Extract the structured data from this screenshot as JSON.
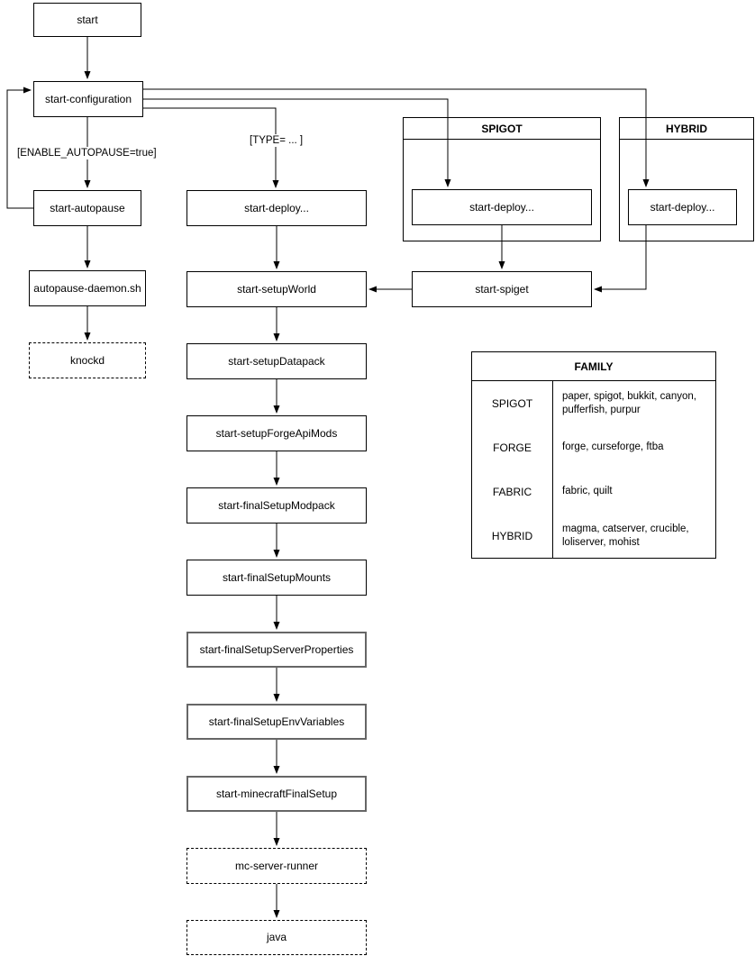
{
  "diagram": {
    "type": "flowchart",
    "nodes": {
      "start": "start",
      "configuration": "start-configuration",
      "autopause": "start-autopause",
      "autopause_daemon": "autopause-daemon.sh",
      "knockd": "knockd",
      "deploy": "start-deploy...",
      "setup_world": "start-setupWorld",
      "setup_datapack": "start-setupDatapack",
      "setup_forge_api_mods": "start-setupForgeApiMods",
      "final_setup_modpack": "start-finalSetupModpack",
      "final_setup_mounts": "start-finalSetupMounts",
      "final_setup_server_properties": "start-finalSetupServerProperties",
      "final_setup_env_variables": "start-finalSetupEnvVariables",
      "minecraft_final_setup": "start-minecraftFinalSetup",
      "mc_server_runner": "mc-server-runner",
      "java": "java",
      "spigot_deploy": "start-deploy...",
      "hybrid_deploy": "start-deploy...",
      "spiget": "start-spiget"
    },
    "groups": {
      "spigot": "SPIGOT",
      "hybrid": "HYBRID"
    },
    "edge_labels": {
      "enable_autopause": "[ENABLE_AUTOPAUSE=true]",
      "type_condition": "[TYPE= ... ]"
    },
    "edges": [
      {
        "from": "start",
        "to": "start-configuration"
      },
      {
        "from": "start-configuration",
        "to": "start-autopause",
        "label": "[ENABLE_AUTOPAUSE=true]"
      },
      {
        "from": "start-autopause",
        "to": "start-configuration"
      },
      {
        "from": "start-autopause",
        "to": "autopause-daemon.sh"
      },
      {
        "from": "autopause-daemon.sh",
        "to": "knockd"
      },
      {
        "from": "start-configuration",
        "to": "start-deploy...",
        "label": "[TYPE= ... ]"
      },
      {
        "from": "start-configuration",
        "to": "SPIGOT/start-deploy..."
      },
      {
        "from": "start-configuration",
        "to": "HYBRID/start-deploy..."
      },
      {
        "from": "start-deploy...",
        "to": "start-setupWorld"
      },
      {
        "from": "SPIGOT/start-deploy...",
        "to": "start-spiget"
      },
      {
        "from": "HYBRID/start-deploy...",
        "to": "start-spiget"
      },
      {
        "from": "start-spiget",
        "to": "start-setupWorld"
      },
      {
        "from": "start-setupWorld",
        "to": "start-setupDatapack"
      },
      {
        "from": "start-setupDatapack",
        "to": "start-setupForgeApiMods"
      },
      {
        "from": "start-setupForgeApiMods",
        "to": "start-finalSetupModpack"
      },
      {
        "from": "start-finalSetupModpack",
        "to": "start-finalSetupMounts"
      },
      {
        "from": "start-finalSetupMounts",
        "to": "start-finalSetupServerProperties"
      },
      {
        "from": "start-finalSetupServerProperties",
        "to": "start-finalSetupEnvVariables"
      },
      {
        "from": "start-finalSetupEnvVariables",
        "to": "start-minecraftFinalSetup"
      },
      {
        "from": "start-minecraftFinalSetup",
        "to": "mc-server-runner"
      },
      {
        "from": "mc-server-runner",
        "to": "java"
      }
    ],
    "family_table": {
      "title": "FAMILY",
      "rows": [
        {
          "family": "SPIGOT",
          "members": "paper, spigot, bukkit, canyon, pufferfish, purpur"
        },
        {
          "family": "FORGE",
          "members": "forge, curseforge, ftba"
        },
        {
          "family": "FABRIC",
          "members": "fabric, quilt"
        },
        {
          "family": "HYBRID",
          "members": "magma, catserver, crucible, loliserver, mohist"
        }
      ]
    },
    "colors": {
      "stroke": "#000000",
      "background": "#ffffff",
      "highlight_border": "#666666"
    }
  }
}
